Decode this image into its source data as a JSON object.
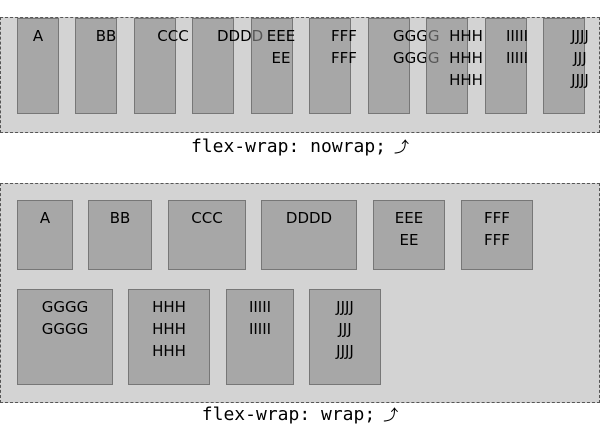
{
  "diagrams": [
    {
      "caption": "flex-wrap: nowrap;",
      "items": [
        "A",
        "BB",
        "CCC",
        "DDDD",
        "EEE\nEE",
        "FFF\nFFF",
        "GGGG\nGGGG",
        "HHH\nHHH\nHHH",
        "IIIII\nIIIII",
        "JJJJ\nJJJ\nJJJJ"
      ]
    },
    {
      "caption": "flex-wrap: wrap;",
      "items": [
        "A",
        "BB",
        "CCC",
        "DDDD",
        "EEE\nEE",
        "FFF\nFFF",
        "GGGG\nGGGG",
        "HHH\nHHH\nHHH",
        "IIIII\nIIIII",
        "JJJJ\nJJJ\nJJJJ"
      ]
    }
  ],
  "icons": {
    "caption_marker": "curved-arrow-icon"
  },
  "colors": {
    "container": "#d3d3d3",
    "item": "#a8a8a8"
  }
}
